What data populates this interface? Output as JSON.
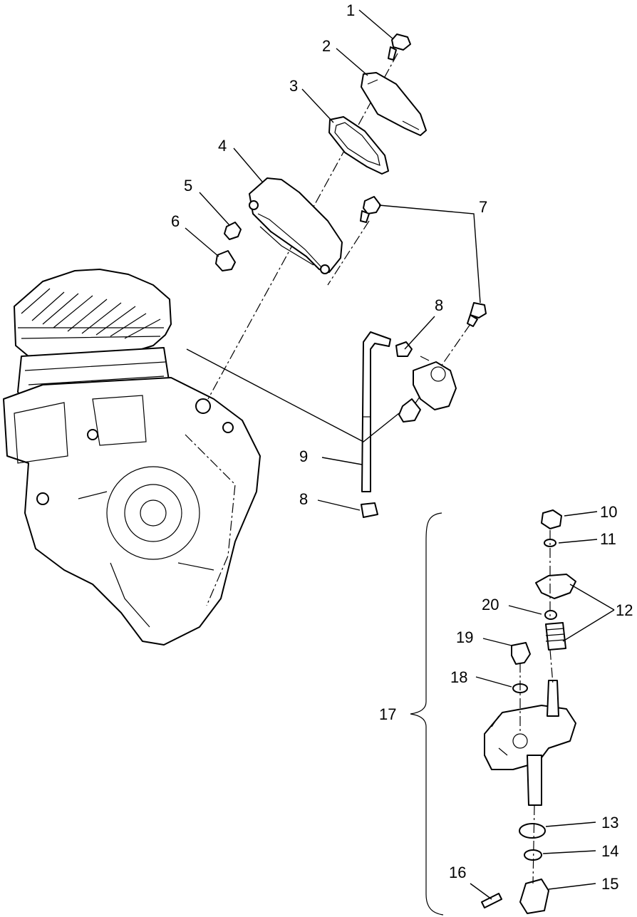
{
  "diagram": {
    "callouts": [
      "1",
      "2",
      "3",
      "4",
      "5",
      "6",
      "7",
      "8",
      "8",
      "9",
      "10",
      "11",
      "12",
      "13",
      "14",
      "15",
      "16",
      "17",
      "18",
      "19",
      "20"
    ]
  }
}
